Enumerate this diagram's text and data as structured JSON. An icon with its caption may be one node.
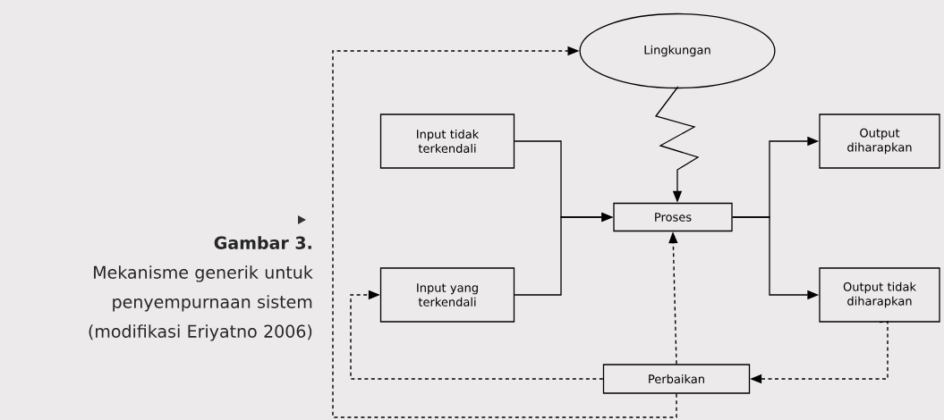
{
  "diagram": {
    "title": "Gambar 3.",
    "caption": "Mekanisme generik untuk penyempurnaan sistem (modifikasi Eriyatno 2006)",
    "nodes": [
      {
        "text": [
          "Lingkungan"
        ]
      },
      {
        "text": [
          "Input tidak terkendali"
        ]
      },
      {
        "text": [
          "Proses"
        ]
      },
      {
        "text": [
          "Output diharapkan"
        ]
      },
      {
        "text": [
          "Input yang terkendali"
        ]
      },
      {
        "text": [
          "Output tidak diharapkan"
        ]
      },
      {
        "text": [
          "Perbaikan"
        ]
      }
    ],
    "edges": [
      {
        "from": 0,
        "to": 2,
        "arrow": "to"
      },
      {
        "from": 1,
        "to": 2,
        "arrow": "to"
      },
      {
        "from": 4,
        "to": 2,
        "arrow": "to"
      },
      {
        "from": 2,
        "to": 3,
        "arrow": "to"
      },
      {
        "from": 2,
        "to": 5,
        "arrow": "to"
      },
      {
        "from": 5,
        "to": 6,
        "arrow": "to",
        "style": "dashed"
      },
      {
        "from": 6,
        "to": 2,
        "arrow": "to",
        "style": "dashed"
      },
      {
        "from": 6,
        "to": 4,
        "arrow": "to",
        "style": "dashed"
      },
      {
        "from": 6,
        "to": 0,
        "arrow": "to",
        "style": "dashed"
      }
    ]
  }
}
